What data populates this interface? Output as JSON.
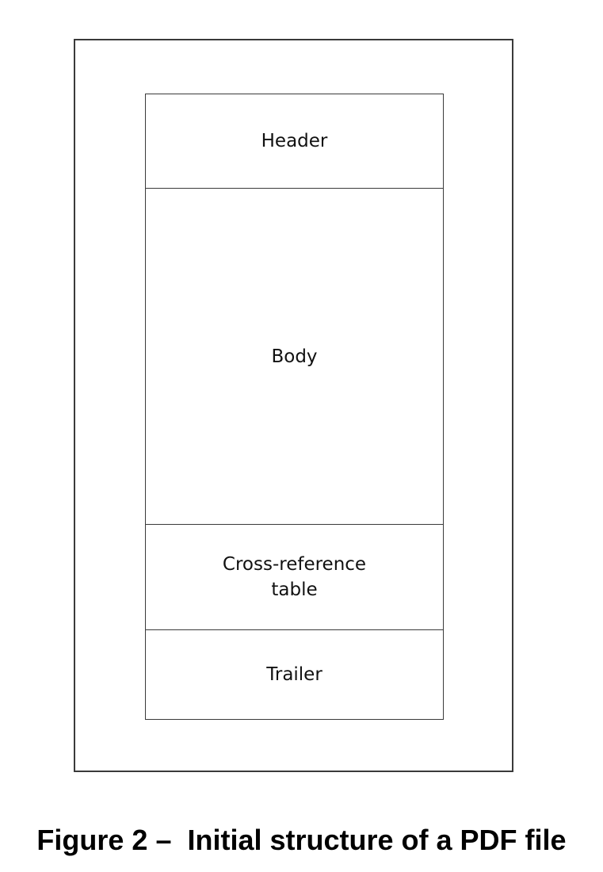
{
  "diagram": {
    "sections": [
      {
        "label": "Header"
      },
      {
        "label": "Body"
      },
      {
        "label": "Cross-reference table"
      },
      {
        "label": "Trailer"
      }
    ],
    "caption": "Figure 2 –  Initial structure of a PDF file"
  }
}
